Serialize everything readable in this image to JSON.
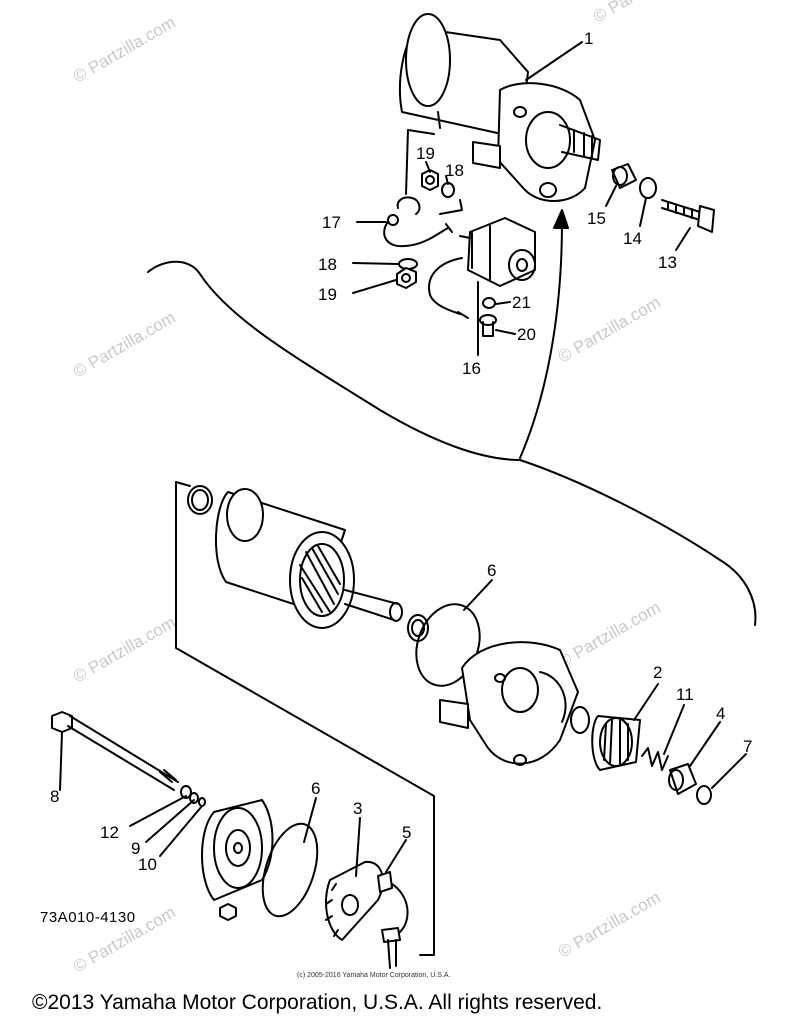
{
  "watermark": "© Partzilla.com",
  "labels": {
    "p1": "1",
    "p2": "2",
    "p3": "3",
    "p4": "4",
    "p5": "5",
    "p6a": "6",
    "p6b": "6",
    "p7": "7",
    "p8": "8",
    "p9": "9",
    "p10": "10",
    "p11": "11",
    "p12": "12",
    "p13": "13",
    "p14": "14",
    "p15": "15",
    "p16": "16",
    "p17": "17",
    "p18a": "18",
    "p18b": "18",
    "p19a": "19",
    "p19b": "19",
    "p20": "20",
    "p21": "21"
  },
  "diagram_code": "73A010-4130",
  "small_copyright": "(c) 2005-2016 Yamaha Motor Corporation, U.S.A.",
  "copyright": "©2013 Yamaha Motor Corporation, U.S.A. All rights reserved."
}
